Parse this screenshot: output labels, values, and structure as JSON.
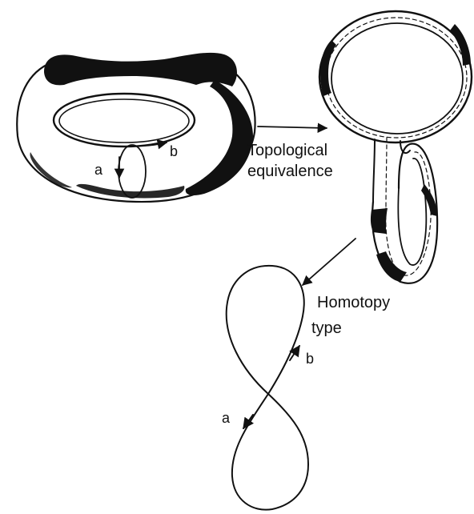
{
  "labels": {
    "torus_a": "a",
    "torus_b": "b",
    "arrow1_line1": "Topological",
    "arrow1_line2": "equivalence",
    "arrow2_line1": "Homotopy",
    "arrow2_line2": "type",
    "fig8_b": "b",
    "fig8_a": "a"
  },
  "colors": {
    "ink": "#111111",
    "paper": "#ffffff"
  }
}
